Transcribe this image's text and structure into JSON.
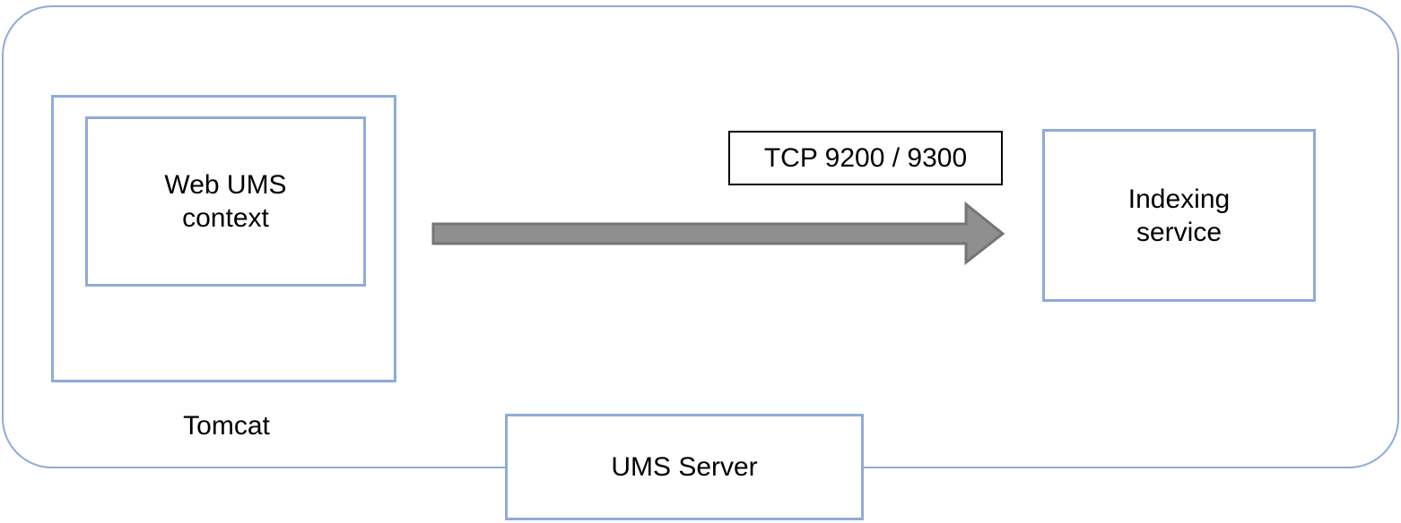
{
  "diagram": {
    "nodes": {
      "tomcat": {
        "label": "Tomcat"
      },
      "web_ums_context": {
        "label": "Web UMS\ncontext"
      },
      "indexing_service": {
        "label": "Indexing\nservice"
      },
      "ums_server": {
        "label": "UMS Server"
      }
    },
    "connection": {
      "label": "TCP 9200 / 9300",
      "from": "Tomcat / Web UMS context",
      "to": "Indexing service"
    },
    "colors": {
      "node_border_blue": "#8FAADC",
      "label_border_black": "#000000",
      "arrow_fill": "#8F8F8F",
      "arrow_stroke": "#757575",
      "text": "#000000",
      "background": "#FFFFFF"
    }
  }
}
